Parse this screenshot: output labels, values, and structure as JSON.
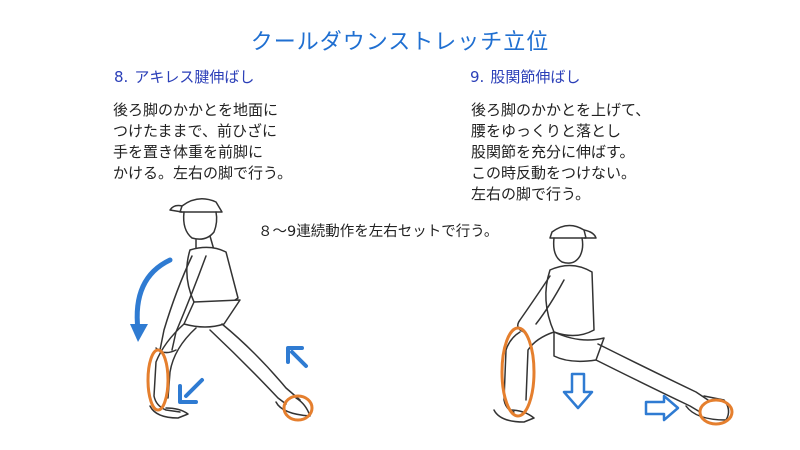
{
  "title": "クールダウンストレッチ立位",
  "sections": [
    {
      "number": "8.",
      "heading": "アキレス腱伸ばし",
      "lines": [
        "後ろ脚のかかとを地面に",
        "つけたままで、前ひざに",
        "手を置き体重を前脚に",
        "かける。左右の脚で行う。"
      ]
    },
    {
      "number": "9.",
      "heading": "股関節伸ばし",
      "lines": [
        "後ろ脚のかかとを上げて、",
        "腰をゆっくりと落とし",
        "股関節を充分に伸ばす。",
        "この時反動をつけない。",
        "左右の脚で行う。"
      ]
    }
  ],
  "note": "８～9連続動作を左右セットで行う。",
  "colors": {
    "title": "#1f6fd1",
    "heading": "#2b3fb8",
    "arrow": "#2f7bd2",
    "highlight": "#e57f2e",
    "line_art": "#333333"
  },
  "icons": [
    "curved-arrow-icon",
    "diagonal-arrow-icon",
    "down-arrow-icon",
    "right-arrow-icon"
  ]
}
